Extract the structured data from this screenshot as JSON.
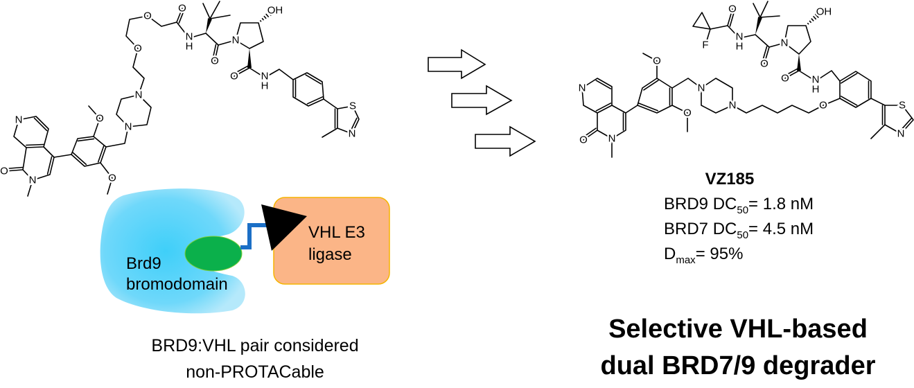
{
  "left_molecule": {
    "atoms": [
      "N",
      "O",
      "N",
      "O",
      "O",
      "N",
      "N",
      "O",
      "O",
      "O",
      "N",
      "H",
      "O",
      "N",
      "OH",
      "O",
      "N",
      "H",
      "S",
      "N"
    ]
  },
  "right_molecule": {
    "atoms": [
      "N",
      "O",
      "N",
      "O",
      "O",
      "N",
      "N",
      "O",
      "N",
      "H",
      "O",
      "N",
      "OH",
      "O",
      "N",
      "H",
      "O",
      "F",
      "S",
      "N"
    ]
  },
  "cartoon": {
    "protein_label_line1": "Brd9",
    "protein_label_line2": "bromodomain",
    "ligase_label_line1": "VHL E3",
    "ligase_label_line2": "ligase",
    "colors": {
      "protein": "#4dd2fa",
      "ligand": "#0bb04b",
      "linker": "#1b6fc6",
      "ligase": "#fbb587",
      "ligase_border": "#f5b400"
    }
  },
  "caption": {
    "line1": "BRD9:VHL pair considered",
    "line2": "non-PROTACable"
  },
  "compound": {
    "name": "VZ185",
    "brd9_prefix": "BRD9 DC",
    "brd9_sub": "50",
    "brd9_value": "= 1.8 nM",
    "brd7_prefix": "BRD7 DC",
    "brd7_sub": "50",
    "brd7_value": "= 4.5 nM",
    "dmax_prefix": "D",
    "dmax_sub": "max",
    "dmax_value": "= 95%"
  },
  "headline": {
    "line1": "Selective VHL-based",
    "line2": "dual BRD7/9 degrader"
  }
}
